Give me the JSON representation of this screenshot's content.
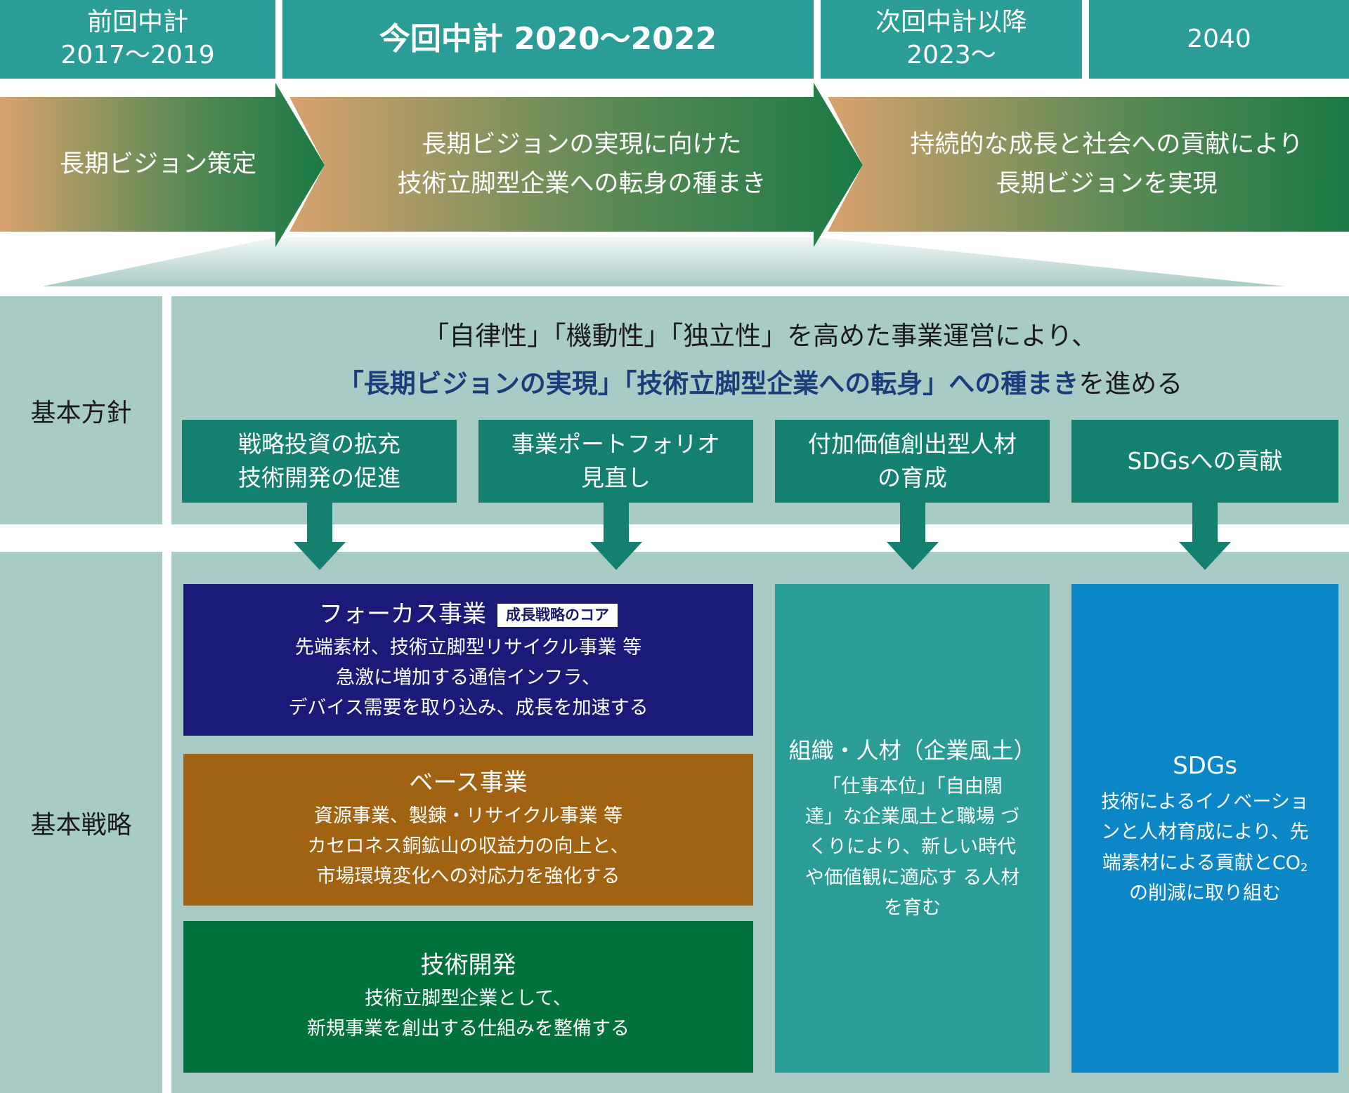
{
  "periods": [
    {
      "line1": "前回中計",
      "line2": "2017〜2019"
    },
    {
      "line1": "今回中計 2020〜2022"
    },
    {
      "line1": "次回中計以降",
      "line2": "2023〜"
    },
    {
      "line1": "2040"
    }
  ],
  "phases": [
    {
      "line1": "長期ビジョン策定"
    },
    {
      "line1": "長期ビジョンの実現に向けた",
      "line2": "技術立脚型企業への転身の種まき"
    },
    {
      "line1": "持続的な成長と社会への貢献により",
      "line2": "長期ビジョンを実現"
    }
  ],
  "sections": {
    "policy_label": "基本方針",
    "strategy_label": "基本戦略"
  },
  "policy": {
    "line1": "「自律性」「機動性」「独立性」を高めた事業運営により、",
    "line2_emph": "「長期ビジョンの実現」「技術立脚型企業への転身」への種まき",
    "line2_rest": "を進める"
  },
  "pillars": [
    {
      "line1": "戦略投資の拡充",
      "line2": "技術開発の促進"
    },
    {
      "line1": "事業ポートフォリオ",
      "line2": "見直し"
    },
    {
      "line1": "付加価値創出型人材",
      "line2": "の育成"
    },
    {
      "line1": "SDGsへの貢献"
    }
  ],
  "focus": {
    "title": "フォーカス事業",
    "badge": "成長戦略のコア",
    "lines": [
      "先端素材、技術立脚型リサイクル事業 等",
      "急激に増加する通信インフラ、",
      "デバイス需要を取り込み、成長を加速する"
    ]
  },
  "base": {
    "title": "ベース事業",
    "lines": [
      "資源事業、製錬・リサイクル事業 等",
      "カセロネス銅鉱山の収益力の向上と、",
      "市場環境変化への対応力を強化する"
    ]
  },
  "tech": {
    "title": "技術開発",
    "lines": [
      "技術立脚型企業として、",
      "新規事業を創出する仕組みを整備する"
    ]
  },
  "org": {
    "title": "組織・人材（企業風土）",
    "lines": [
      "「仕事本位」「自由闊",
      "達」な企業風土と職場 づ",
      "くりにより、新しい時代",
      "や価値観に適応す る人材",
      "を育む"
    ]
  },
  "sdgs": {
    "title": "SDGs",
    "lines": [
      "技術によるイノベーショ",
      "ンと人材育成により、先"
    ],
    "line3_pre": "端素材による貢献とCO",
    "line3_sub": "2",
    "line4": "の削減に取り組む"
  },
  "colors": {
    "header": "#2a9e96",
    "panel": "#a8cbc6",
    "pillar": "#138070",
    "focus": "#1b1a78",
    "base": "#a16211",
    "tech": "#02723d",
    "org": "#2a9e96",
    "sdgs": "#0b86c6",
    "emphasis": "#1a3e7a"
  }
}
